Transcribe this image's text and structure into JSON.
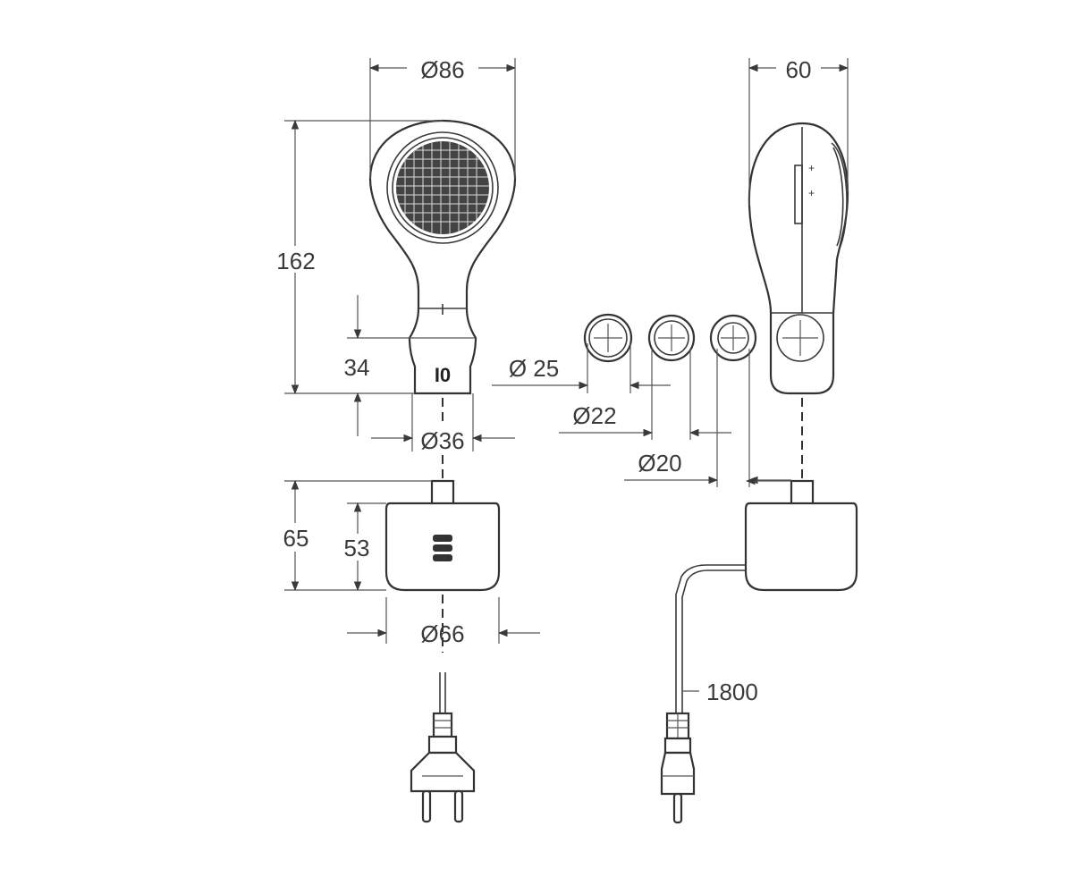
{
  "dimensions": {
    "front_width": "Ø86",
    "side_width": "60",
    "total_height": "162",
    "handle_height": "34",
    "ring_25": "Ø 25",
    "ring_22": "Ø22",
    "ring_20": "Ø20",
    "handle_diameter": "Ø36",
    "holder_height": "65",
    "holder_inner_height": "53",
    "holder_diameter": "Ø66",
    "cable_length": "1800"
  },
  "colors": {
    "line": "#3a3a3a",
    "background": "#ffffff"
  },
  "icons": [
    "front-view-dryer-icon",
    "side-view-dryer-icon",
    "wall-holder-icon",
    "euro-plug-icon",
    "ring-adapter-icon"
  ]
}
